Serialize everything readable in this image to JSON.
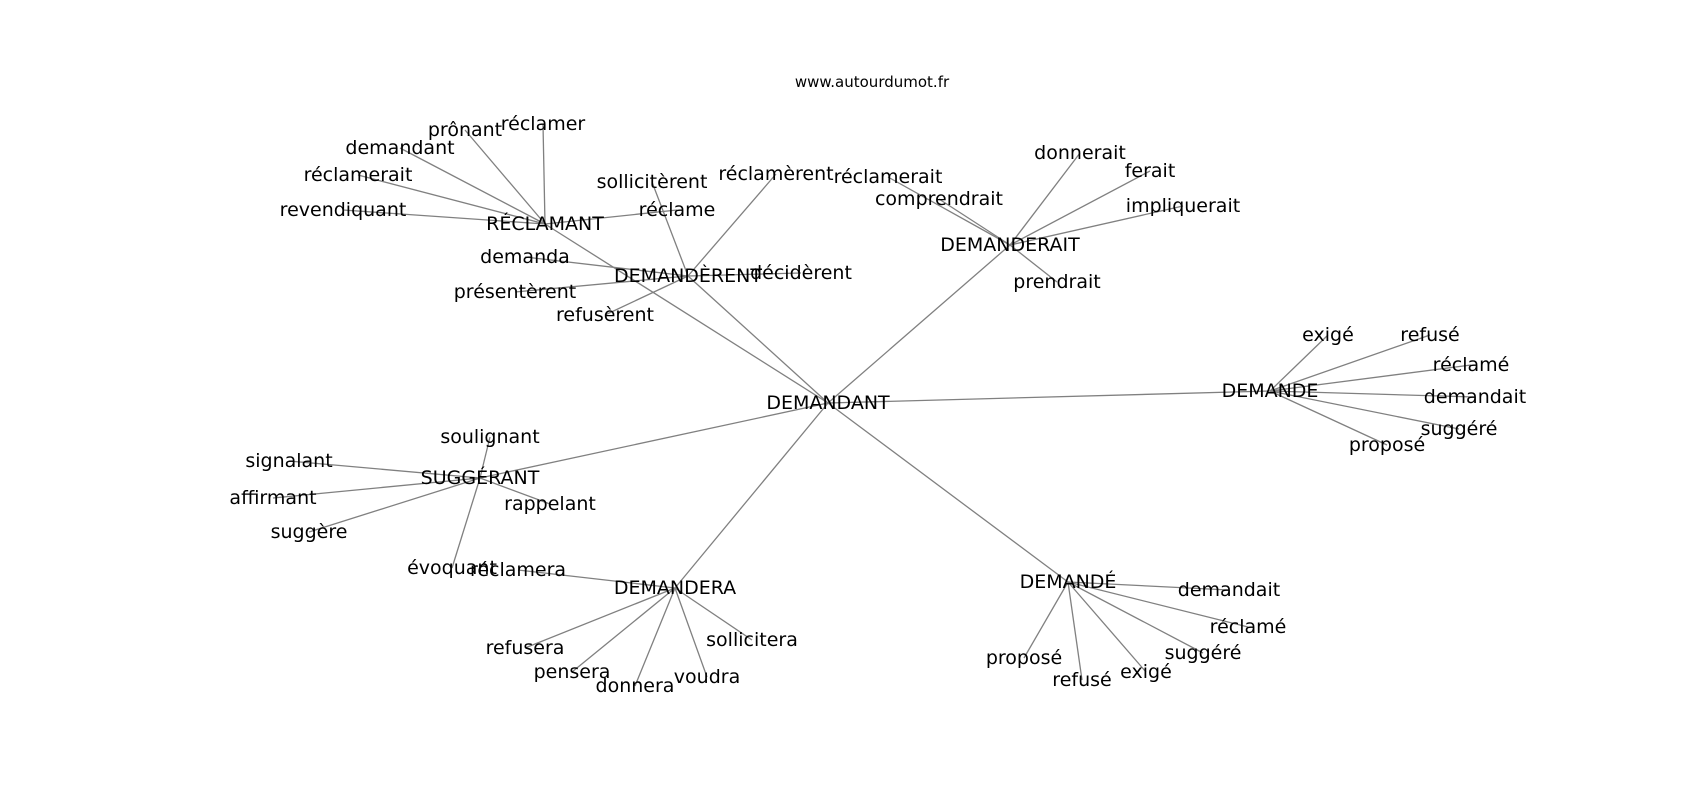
{
  "watermark": "www.autourdumot.fr",
  "colors": {
    "edge": "#808080",
    "text": "#000000",
    "background": "#ffffff"
  },
  "graph": {
    "center": "DEMANDANT",
    "branches": [
      {
        "hub": "RÉCLAMANT",
        "words": [
          "réclamer",
          "prônant",
          "demandant",
          "réclamerait",
          "revendiquant",
          "réclame"
        ]
      },
      {
        "hub": "DEMANDÈRENT",
        "words": [
          "sollicitèrent",
          "réclamèrent",
          "demanda",
          "décidèrent",
          "présentèrent",
          "refusèrent"
        ]
      },
      {
        "hub": "DEMANDERAIT",
        "words": [
          "donnerait",
          "ferait",
          "réclamerait",
          "comprendrait",
          "impliquerait",
          "prendrait"
        ]
      },
      {
        "hub": "DEMANDE",
        "words": [
          "exigé",
          "refusé",
          "réclamé",
          "demandait",
          "suggéré",
          "proposé"
        ]
      },
      {
        "hub": "SUGGÉRANT",
        "words": [
          "soulignant",
          "signalant",
          "affirmant",
          "suggère",
          "rappelant",
          "évoquant"
        ]
      },
      {
        "hub": "DEMANDERA",
        "words": [
          "réclamera",
          "sollicitera",
          "refusera",
          "pensera",
          "donnera",
          "voudra"
        ]
      },
      {
        "hub": "DEMANDÉ",
        "words": [
          "demandait",
          "réclamé",
          "suggéré",
          "exigé",
          "refusé",
          "proposé"
        ]
      }
    ]
  }
}
